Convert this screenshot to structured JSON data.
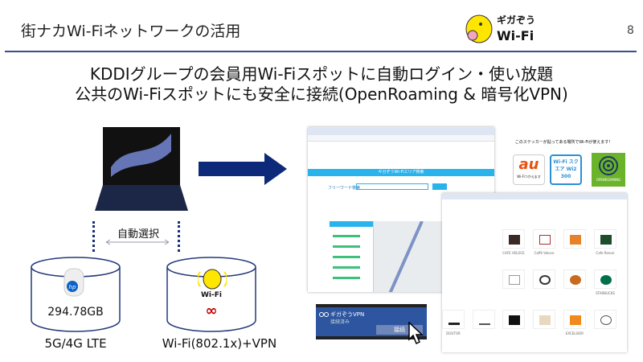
{
  "header": {
    "title": "街ナカWi-Fiネットワークの活用",
    "page_number": "8",
    "logo_text": [
      "ギガぞう",
      "Wi-Fi"
    ]
  },
  "headline": {
    "line1": "KDDIグループの会員用Wi-Fiスポットに自動ログイン・使い放題",
    "line2": "公共のWi-Fiスポットにも安全に接続(OpenRoaming & 暗号化VPN)"
  },
  "diagram": {
    "auto_select": "自動選択",
    "left": {
      "value": "294.78GB",
      "label": "5G/4G LTE",
      "logo": "hp"
    },
    "right": {
      "logo_text": "Wi-Fi",
      "value": "∞",
      "label": "Wi-Fi(802.1x)+VPN"
    }
  },
  "browser": {
    "search_label": "フリーワード検索",
    "banner": "ギガぞうWi-Fiエリア検索"
  },
  "stickers": {
    "caption": "このステッカーが貼ってある場所でWi-Fiが使えます!",
    "au": "au",
    "au_sub": "Wi-Fiつかえます",
    "wi2": "Wi-Fi スクエア Wi2 300",
    "openroaming": "OPENROAMING"
  },
  "shops": [
    "CAFE VELOCE",
    "Caffè Veloce",
    "Cafe Renoir",
    "DOUTOR",
    "EXCELSIOR",
    "STARBUCKS"
  ],
  "vpn": {
    "name": "ギガぞうVPN",
    "status": "接続済み",
    "button": "接続"
  },
  "colors": {
    "accent": "#0d2a7a",
    "rule": "#3a4f8c",
    "infinity": "#c00000",
    "logo_yellow": "#ffe600"
  }
}
